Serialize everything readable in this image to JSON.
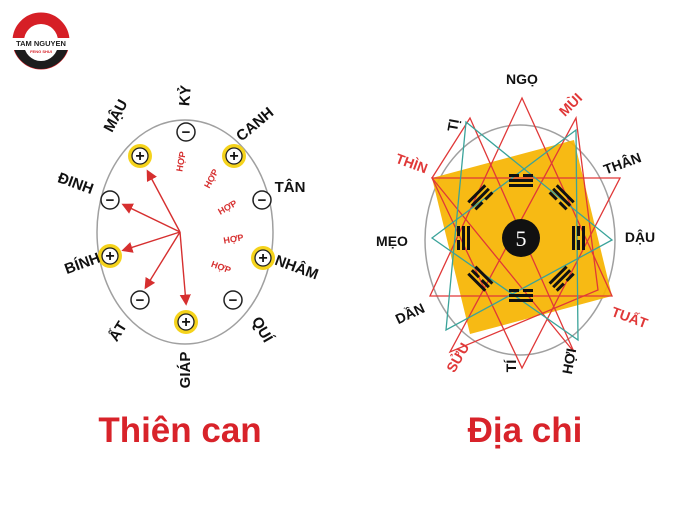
{
  "logo": {
    "line1": "TAM NGUYEN",
    "line2": "FENG SHUI",
    "colors": {
      "red": "#d61f26",
      "dark": "#222222"
    }
  },
  "left_diagram": {
    "title": "Thiên can",
    "stems": [
      {
        "label": "MẬU",
        "sign": "+"
      },
      {
        "label": "KỶ",
        "sign": "−"
      },
      {
        "label": "CANH",
        "sign": "+"
      },
      {
        "label": "TÂN",
        "sign": "−"
      },
      {
        "label": "NHÂM",
        "sign": "+"
      },
      {
        "label": "QUÍ",
        "sign": "−"
      },
      {
        "label": "GIÁP",
        "sign": "+"
      },
      {
        "label": "ẤT",
        "sign": "−"
      },
      {
        "label": "BÍNH",
        "sign": "+"
      },
      {
        "label": "ĐINH",
        "sign": "−"
      }
    ],
    "hop_label": "HỢP",
    "colors": {
      "arrow": "#d62f2f",
      "plus_fill": "#f5d31c",
      "circle": "#999999"
    }
  },
  "right_diagram": {
    "title": "Địa chi",
    "center_number": "5",
    "branches": [
      {
        "label": "NGỌ",
        "color": "black"
      },
      {
        "label": "MÙI",
        "color": "red"
      },
      {
        "label": "THÂN",
        "color": "black"
      },
      {
        "label": "DẬU",
        "color": "black"
      },
      {
        "label": "TUẤT",
        "color": "red"
      },
      {
        "label": "HỢI",
        "color": "black"
      },
      {
        "label": "TÍ",
        "color": "black"
      },
      {
        "label": "SỬU",
        "color": "red"
      },
      {
        "label": "DẦN",
        "color": "black"
      },
      {
        "label": "MẸO",
        "color": "black"
      },
      {
        "label": "THÌN",
        "color": "red"
      },
      {
        "label": "TỊ",
        "color": "black"
      }
    ],
    "colors": {
      "square": "#f6b400",
      "red_lines": "#e03838",
      "teal_lines": "#3aa39a",
      "circle": "#999999",
      "center": "#111111"
    }
  },
  "title_color": "#d8232a"
}
